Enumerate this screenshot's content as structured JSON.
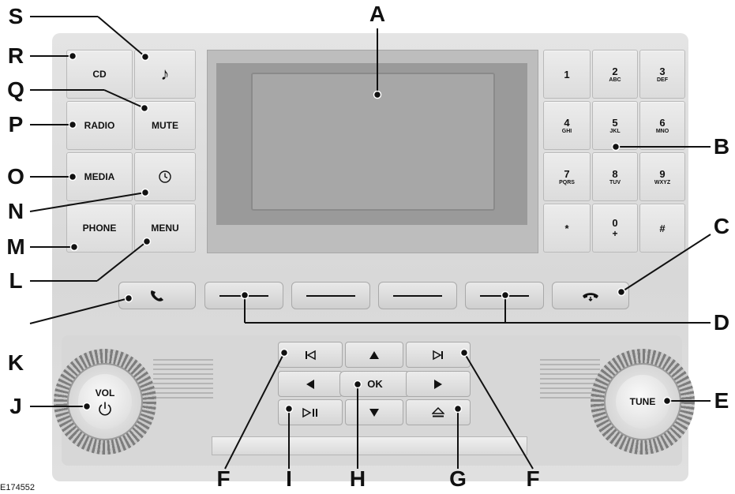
{
  "panel": {
    "left_buttons": {
      "cd": "CD",
      "radio": "RADIO",
      "media": "MEDIA",
      "phone": "PHONE",
      "mute": "MUTE",
      "menu": "MENU"
    },
    "keypad": [
      {
        "num": "1",
        "sub": ""
      },
      {
        "num": "2",
        "sub": "ABC"
      },
      {
        "num": "3",
        "sub": "DEF"
      },
      {
        "num": "4",
        "sub": "GHI"
      },
      {
        "num": "5",
        "sub": "JKL"
      },
      {
        "num": "6",
        "sub": "MNO"
      },
      {
        "num": "7",
        "sub": "PQRS"
      },
      {
        "num": "8",
        "sub": "TUV"
      },
      {
        "num": "9",
        "sub": "WXYZ"
      },
      {
        "num": "*",
        "sub": ""
      },
      {
        "num": "0",
        "sub": "+"
      },
      {
        "num": "#",
        "sub": ""
      }
    ],
    "nav": {
      "ok": "OK"
    },
    "vol_knob": "VOL",
    "tune_knob": "TUNE"
  },
  "callouts": [
    "A",
    "B",
    "C",
    "D",
    "E",
    "F",
    "G",
    "H",
    "I",
    "F",
    "J",
    "K",
    "L",
    "M",
    "N",
    "O",
    "P",
    "Q",
    "R",
    "S"
  ],
  "reference_code": "E174552"
}
